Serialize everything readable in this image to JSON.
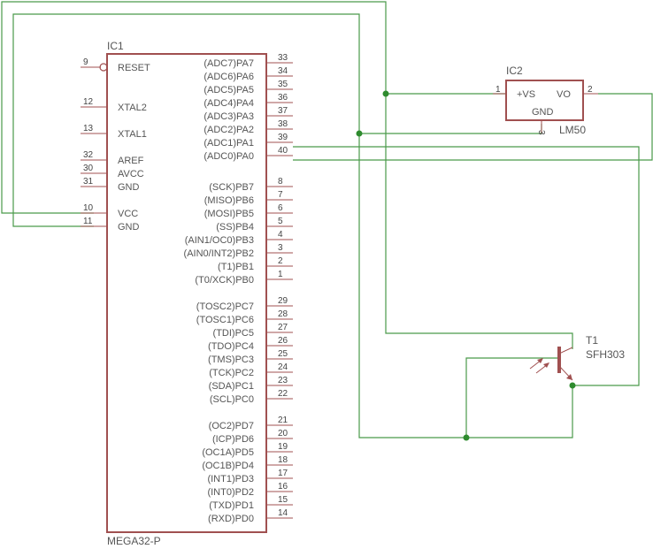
{
  "ic1": {
    "name": "IC1",
    "value": "MEGA32-P",
    "left_pins": [
      {
        "num": "9",
        "label": "RESET",
        "inverted": true
      },
      {
        "num": "12",
        "label": "XTAL2"
      },
      {
        "num": "13",
        "label": "XTAL1"
      },
      {
        "num": "32",
        "label": "AREF"
      },
      {
        "num": "30",
        "label": "AVCC"
      },
      {
        "num": "31",
        "label": "GND"
      },
      {
        "num": "10",
        "label": "VCC"
      },
      {
        "num": "11",
        "label": "GND"
      }
    ],
    "right_pins": [
      {
        "num": "33",
        "label": "(ADC7)PA7"
      },
      {
        "num": "34",
        "label": "(ADC6)PA6"
      },
      {
        "num": "35",
        "label": "(ADC5)PA5"
      },
      {
        "num": "36",
        "label": "(ADC4)PA4"
      },
      {
        "num": "37",
        "label": "(ADC3)PA3"
      },
      {
        "num": "38",
        "label": "(ADC2)PA2"
      },
      {
        "num": "39",
        "label": "(ADC1)PA1"
      },
      {
        "num": "40",
        "label": "(ADC0)PA0"
      },
      {
        "num": "8",
        "label": "(SCK)PB7"
      },
      {
        "num": "7",
        "label": "(MISO)PB6"
      },
      {
        "num": "6",
        "label": "(MOSI)PB5"
      },
      {
        "num": "5",
        "label": "(SS)PB4"
      },
      {
        "num": "4",
        "label": "(AIN1/OC0)PB3"
      },
      {
        "num": "3",
        "label": "(AIN0/INT2)PB2"
      },
      {
        "num": "2",
        "label": "(T1)PB1"
      },
      {
        "num": "1",
        "label": "(T0/XCK)PB0"
      },
      {
        "num": "29",
        "label": "(TOSC2)PC7"
      },
      {
        "num": "28",
        "label": "(TOSC1)PC6"
      },
      {
        "num": "27",
        "label": "(TDI)PC5"
      },
      {
        "num": "26",
        "label": "(TDO)PC4"
      },
      {
        "num": "25",
        "label": "(TMS)PC3"
      },
      {
        "num": "24",
        "label": "(TCK)PC2"
      },
      {
        "num": "23",
        "label": "(SDA)PC1"
      },
      {
        "num": "22",
        "label": "(SCL)PC0"
      },
      {
        "num": "21",
        "label": "(OC2)PD7"
      },
      {
        "num": "20",
        "label": "(ICP)PD6"
      },
      {
        "num": "19",
        "label": "(OC1A)PD5"
      },
      {
        "num": "18",
        "label": "(OC1B)PD4"
      },
      {
        "num": "17",
        "label": "(INT1)PD3"
      },
      {
        "num": "16",
        "label": "(INT0)PD2"
      },
      {
        "num": "15",
        "label": "(TXD)PD1"
      },
      {
        "num": "14",
        "label": "(RXD)PD0"
      }
    ]
  },
  "ic2": {
    "name": "IC2",
    "value": "LM50",
    "pin_vs": {
      "num": "1",
      "label": "+VS"
    },
    "pin_vo": {
      "num": "2",
      "label": "VO"
    },
    "pin_gnd": {
      "num": "3",
      "label": "GND"
    }
  },
  "t1": {
    "name": "T1",
    "value": "SFH303"
  },
  "colors": {
    "component": "#a05050",
    "wire": "#4a9a4a",
    "junction": "#2e8b2e",
    "text": "#555555"
  }
}
